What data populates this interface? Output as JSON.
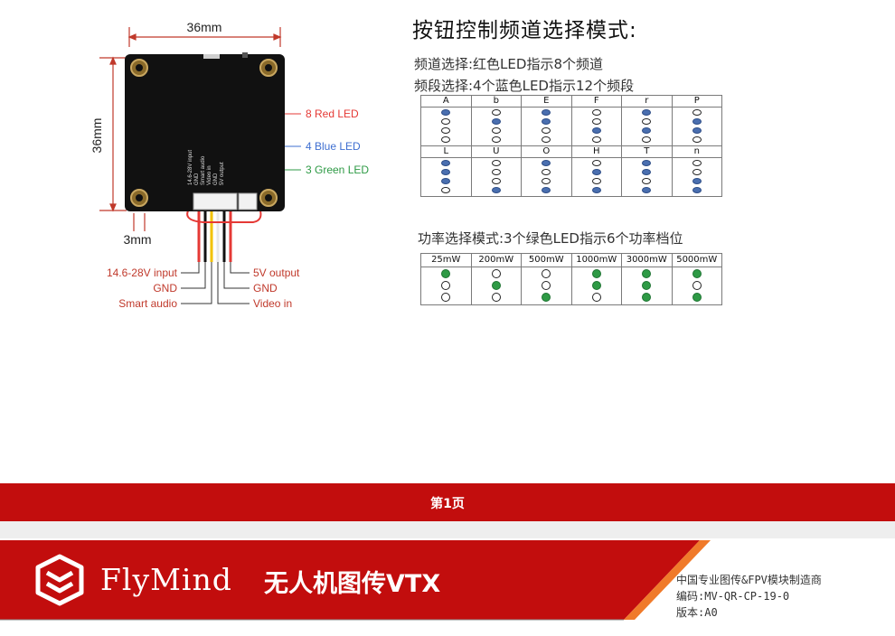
{
  "diagram": {
    "width_label": "36mm",
    "height_label": "36mm",
    "bottom_label": "3mm",
    "led_red": "8 Red LED",
    "led_blue": "4 Blue LED",
    "led_green": "3 Green LED",
    "silk_lines": [
      "14.6-28V input",
      "GND",
      "Smart audio",
      "Video in",
      "GND",
      "5V output"
    ],
    "pins_left": [
      "14.6-28V input",
      "GND",
      "Smart audio"
    ],
    "pins_right": [
      "5V output",
      "GND",
      "Video in"
    ],
    "colors": {
      "red": "#e53935",
      "blue": "#3f6fd1",
      "green": "#2e9a45",
      "board": "#111111"
    }
  },
  "right": {
    "title": "按钮控制频道选择模式:",
    "channel_line": "频道选择:红色LED指示8个频道",
    "band_line": "频段选择:4个蓝色LED指示12个频段",
    "bands_row1": [
      {
        "label": "A",
        "leds": [
          1,
          0,
          0,
          0
        ]
      },
      {
        "label": "b",
        "leds": [
          0,
          1,
          0,
          0
        ]
      },
      {
        "label": "E",
        "leds": [
          1,
          1,
          0,
          0
        ]
      },
      {
        "label": "F",
        "leds": [
          0,
          0,
          1,
          0
        ]
      },
      {
        "label": "r",
        "leds": [
          1,
          0,
          1,
          0
        ]
      },
      {
        "label": "P",
        "leds": [
          0,
          1,
          1,
          0
        ]
      }
    ],
    "bands_row2": [
      {
        "label": "L",
        "leds": [
          1,
          1,
          1,
          0
        ]
      },
      {
        "label": "U",
        "leds": [
          0,
          0,
          0,
          1
        ]
      },
      {
        "label": "O",
        "leds": [
          1,
          0,
          0,
          1
        ]
      },
      {
        "label": "H",
        "leds": [
          0,
          1,
          0,
          1
        ]
      },
      {
        "label": "T",
        "leds": [
          1,
          1,
          0,
          1
        ]
      },
      {
        "label": "n",
        "leds": [
          0,
          0,
          1,
          1
        ]
      }
    ],
    "power_line": "功率选择模式:3个绿色LED指示6个功率档位",
    "power": [
      {
        "label": "25mW",
        "leds": [
          1,
          0,
          0
        ]
      },
      {
        "label": "200mW",
        "leds": [
          0,
          1,
          0
        ]
      },
      {
        "label": "500mW",
        "leds": [
          0,
          0,
          1
        ]
      },
      {
        "label": "1000mW",
        "leds": [
          1,
          1,
          0
        ]
      },
      {
        "label": "3000mW",
        "leds": [
          1,
          1,
          1
        ]
      },
      {
        "label": "5000mW",
        "leds": [
          1,
          0,
          1
        ]
      }
    ]
  },
  "footer": {
    "page": "第1页",
    "brand": "FlyMind",
    "product": "无人机图传VTX",
    "company": "中国专业图传&FPV模块制造商",
    "code": "编码:MV-QR-CP-19-0",
    "version": "版本:A0",
    "colors": {
      "red": "#c20d0d",
      "orange": "#f07a2a"
    }
  }
}
